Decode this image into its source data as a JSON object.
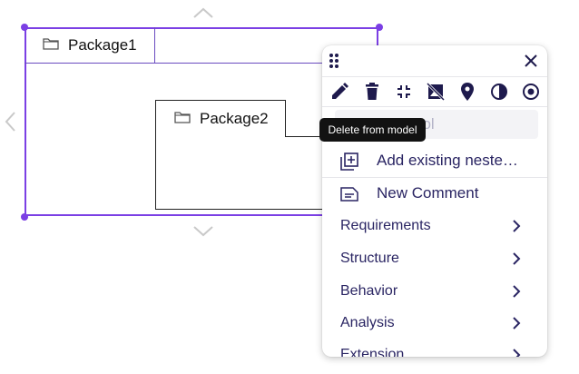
{
  "canvas": {
    "package1": {
      "name": "Package1"
    },
    "package2": {
      "name": "Package2"
    }
  },
  "panel": {
    "close_icon": "close-icon",
    "drag_icon": "drag-handle-icon",
    "toolbar": [
      {
        "name": "pencil-icon"
      },
      {
        "name": "trash-icon"
      },
      {
        "name": "collapse-icon"
      },
      {
        "name": "hide-image-icon"
      },
      {
        "name": "location-pin-icon"
      },
      {
        "name": "contrast-icon"
      },
      {
        "name": "target-icon"
      }
    ],
    "faded_item": "ool",
    "items": {
      "add_existing": "Add existing neste…",
      "new_comment": "New Comment",
      "requirements": "Requirements",
      "structure": "Structure",
      "behavior": "Behavior",
      "analysis": "Analysis",
      "extension": "Extension"
    }
  },
  "tooltip": {
    "text": "Delete from model"
  },
  "colors": {
    "selection": "#7b3fe4",
    "menu_text": "#2a2563",
    "icon": "#1e1a4d"
  }
}
